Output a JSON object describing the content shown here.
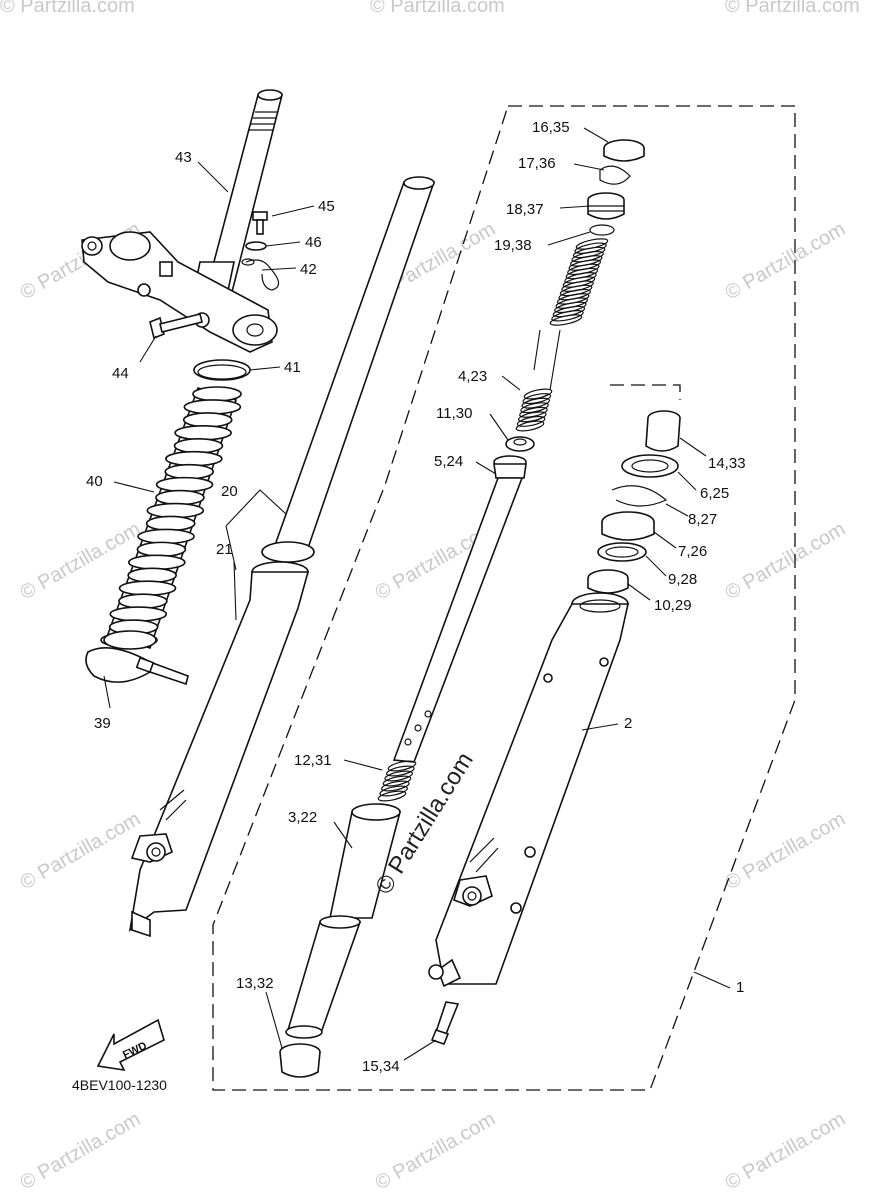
{
  "diagram": {
    "labels": [
      {
        "id": "43",
        "text": "43"
      },
      {
        "id": "45",
        "text": "45"
      },
      {
        "id": "46",
        "text": "46"
      },
      {
        "id": "42",
        "text": "42"
      },
      {
        "id": "44",
        "text": "44"
      },
      {
        "id": "41",
        "text": "41"
      },
      {
        "id": "40",
        "text": "40"
      },
      {
        "id": "20",
        "text": "20"
      },
      {
        "id": "21",
        "text": "21"
      },
      {
        "id": "39",
        "text": "39"
      },
      {
        "id": "16",
        "text": "16,35"
      },
      {
        "id": "17",
        "text": "17,36"
      },
      {
        "id": "18",
        "text": "18,37"
      },
      {
        "id": "19",
        "text": "19,38"
      },
      {
        "id": "4",
        "text": "4,23"
      },
      {
        "id": "11",
        "text": "11,30"
      },
      {
        "id": "5",
        "text": "5,24"
      },
      {
        "id": "14",
        "text": "14,33"
      },
      {
        "id": "6",
        "text": "6,25"
      },
      {
        "id": "8",
        "text": "8,27"
      },
      {
        "id": "7",
        "text": "7,26"
      },
      {
        "id": "9",
        "text": "9,28"
      },
      {
        "id": "10",
        "text": "10,29"
      },
      {
        "id": "2",
        "text": "2"
      },
      {
        "id": "12",
        "text": "12,31"
      },
      {
        "id": "3",
        "text": "3,22"
      },
      {
        "id": "1",
        "text": "1"
      },
      {
        "id": "13",
        "text": "13,32"
      },
      {
        "id": "15",
        "text": "15,34"
      }
    ],
    "fwd_label": "FWD",
    "figure_code": "4BEV100-1230",
    "watermark": "© Partzilla.com"
  }
}
